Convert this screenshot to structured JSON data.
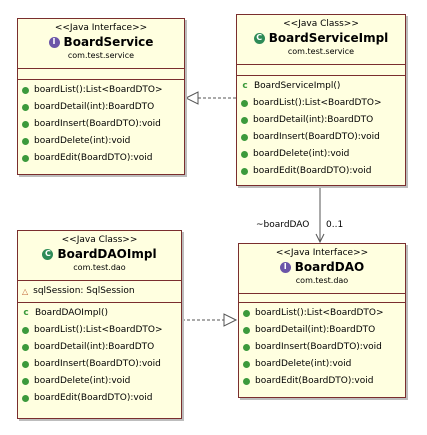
{
  "board_service": {
    "stereotype": "<<Java Interface>>",
    "name": "BoardService",
    "package": "com.test.service",
    "methods": [
      "boardList():List<BoardDTO>",
      "boardDetail(int):BoardDTO",
      "boardInsert(BoardDTO):void",
      "boardDelete(int):void",
      "boardEdit(BoardDTO):void"
    ]
  },
  "board_service_impl": {
    "stereotype": "<<Java Class>>",
    "name": "BoardServiceImpl",
    "package": "com.test.service",
    "constructor": "BoardServiceImpl()",
    "methods": [
      "boardList():List<BoardDTO>",
      "boardDetail(int):BoardDTO",
      "boardInsert(BoardDTO):void",
      "boardDelete(int):void",
      "boardEdit(BoardDTO):void"
    ]
  },
  "board_dao_impl": {
    "stereotype": "<<Java Class>>",
    "name": "BoardDAOImpl",
    "package": "com.test.dao",
    "field": "sqlSession: SqlSession",
    "constructor": "BoardDAOImpl()",
    "methods": [
      "boardList():List<BoardDTO>",
      "boardDetail(int):BoardDTO",
      "boardInsert(BoardDTO):void",
      "boardDelete(int):void",
      "boardEdit(BoardDTO):void"
    ]
  },
  "board_dao": {
    "stereotype": "<<Java Interface>>",
    "name": "BoardDAO",
    "package": "com.test.dao",
    "methods": [
      "boardList():List<BoardDTO>",
      "boardDetail(int):BoardDTO",
      "boardInsert(BoardDTO):void",
      "boardDelete(int):void",
      "boardEdit(BoardDTO):void"
    ]
  },
  "association": {
    "role": "~boardDAO",
    "multiplicity": "0..1"
  },
  "colors": {
    "box_fill": "#ffffe0",
    "border": "#7a2e2e",
    "interface_badge": "#6b55a8",
    "class_badge": "#2e8b57",
    "method_dot": "#3c9a3c"
  },
  "icons": {
    "interface": "interface-icon",
    "class": "class-icon",
    "method": "public-method-icon",
    "constructor": "constructor-icon",
    "field": "private-field-icon"
  }
}
